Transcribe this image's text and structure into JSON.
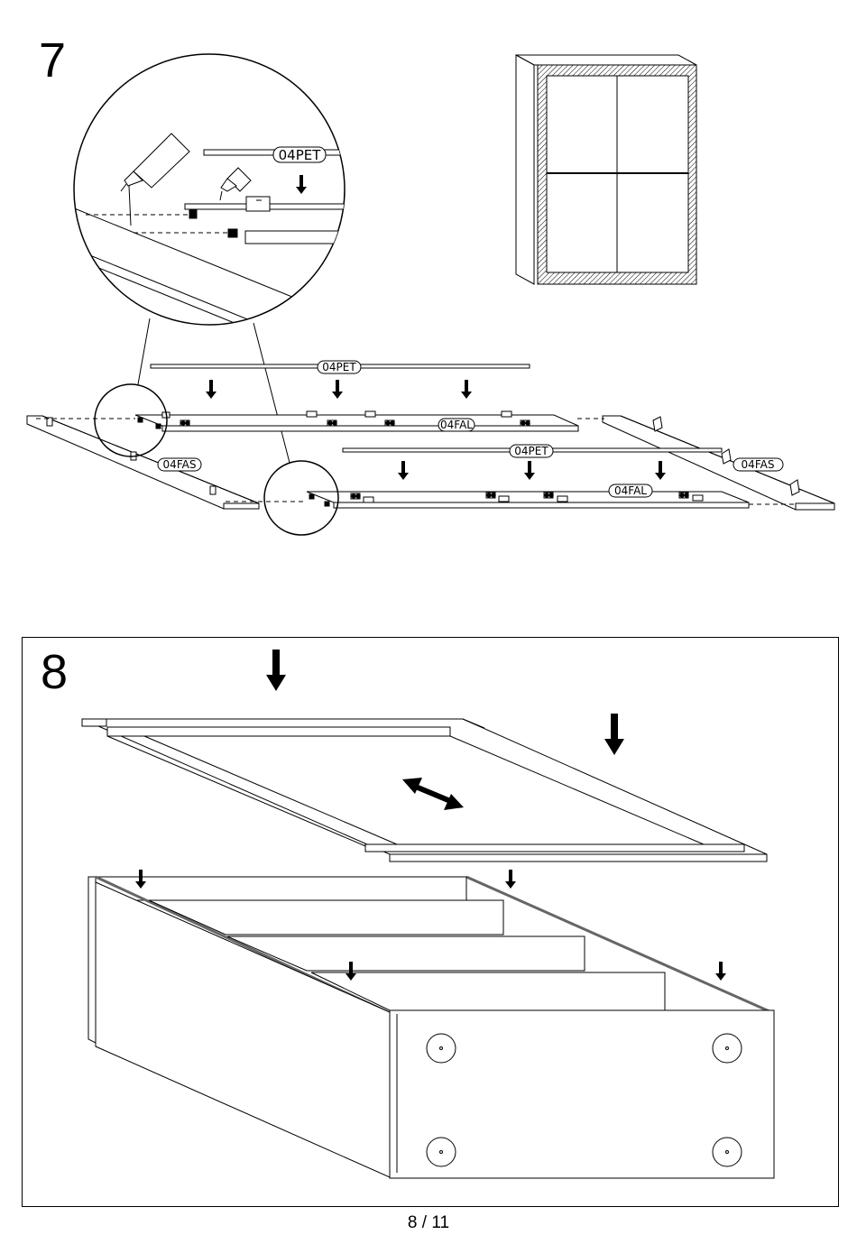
{
  "step7": {
    "number": "7",
    "labels": {
      "zoom_rail": "04PET",
      "top_rail": "04PET",
      "mid_rail": "04PET",
      "top_runner": "04FAL",
      "bottom_runner": "04FAL",
      "left_side": "04FAS",
      "right_side": "04FAS"
    }
  },
  "step8": {
    "number": "8"
  },
  "footer": {
    "page": "8 / 11"
  },
  "icons": {
    "glue": "glue-tube-icon",
    "down": "arrow-down-icon",
    "slide": "double-arrow-icon"
  }
}
